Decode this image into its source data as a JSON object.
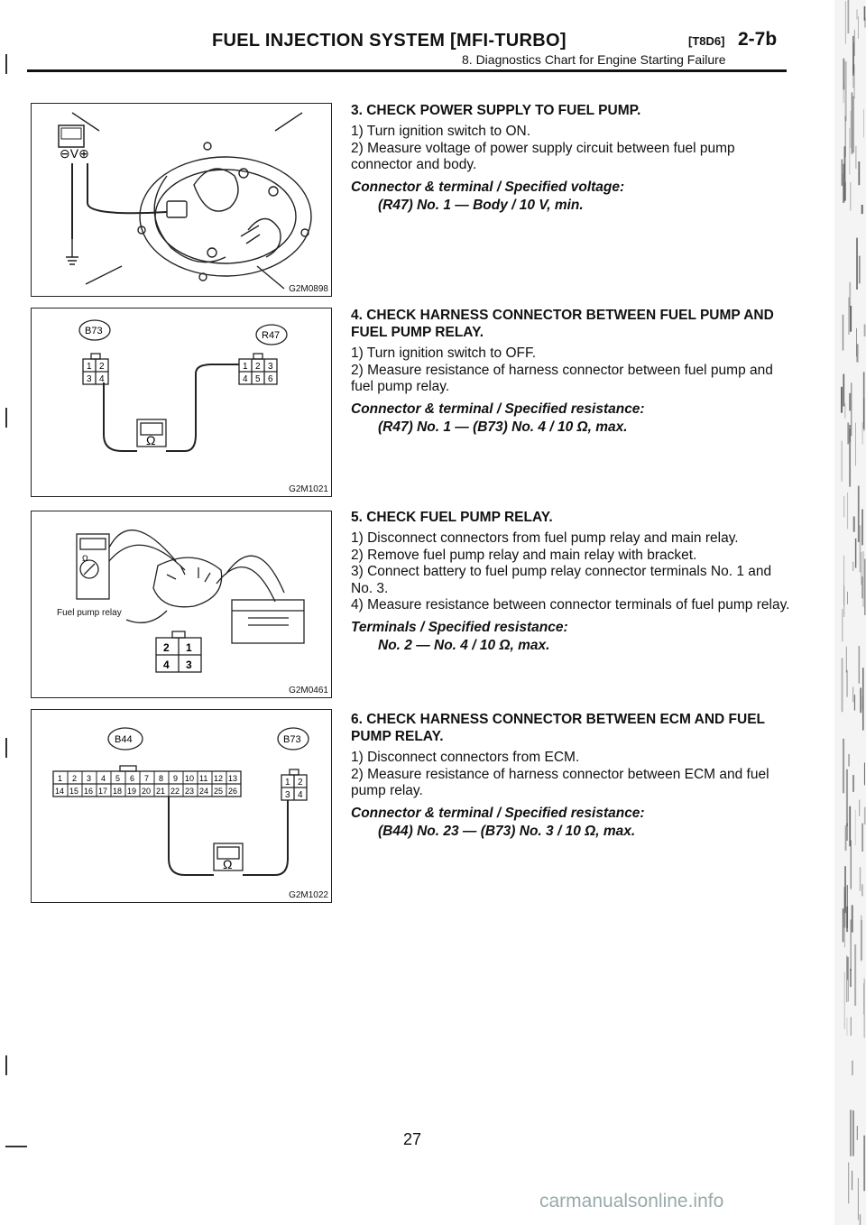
{
  "header": {
    "title": "FUEL INJECTION SYSTEM [MFI-TURBO]",
    "code": "[T8D6]",
    "page_ref": "2-7b",
    "subtitle": "8. Diagnostics Chart for Engine Starting Failure"
  },
  "figures": [
    {
      "code": "G2M0898"
    },
    {
      "code": "G2M1021",
      "connector_left": "B73",
      "connector_right": "R47",
      "left_pins": [
        "1",
        "2",
        "3",
        "4"
      ],
      "right_pins": [
        "1",
        "2",
        "3",
        "4",
        "5",
        "6"
      ],
      "meter_symbol": "Ω"
    },
    {
      "code": "G2M0461",
      "label": "Fuel pump relay",
      "pins": [
        "2",
        "1",
        "4",
        "3"
      ],
      "meter_symbol": "Ω"
    },
    {
      "code": "G2M1022",
      "connector_left": "B44",
      "connector_right": "B73",
      "left_row1": [
        "1",
        "2",
        "3",
        "4",
        "5",
        "6",
        "7",
        "8",
        "9",
        "10",
        "11",
        "12",
        "13"
      ],
      "left_row2": [
        "14",
        "15",
        "16",
        "17",
        "18",
        "19",
        "20",
        "21",
        "22",
        "23",
        "24",
        "25",
        "26"
      ],
      "right_pins": [
        "1",
        "2",
        "3",
        "4"
      ],
      "meter_symbol": "Ω"
    }
  ],
  "sections": [
    {
      "heading": "3. CHECK POWER SUPPLY TO FUEL PUMP.",
      "steps": [
        "1) Turn ignition switch to ON.",
        "2) Measure voltage of power supply circuit between fuel pump connector and body."
      ],
      "spec_label": "Connector & terminal / Specified voltage:",
      "spec_value": "(R47) No. 1 — Body / 10 V, min."
    },
    {
      "heading": "4. CHECK HARNESS CONNECTOR BETWEEN FUEL PUMP AND FUEL PUMP RELAY.",
      "steps": [
        "1) Turn ignition switch to OFF.",
        "2) Measure resistance of harness connector between fuel pump and fuel pump relay."
      ],
      "spec_label": "Connector & terminal / Specified resistance:",
      "spec_value": "(R47) No. 1 — (B73) No. 4 / 10 Ω, max."
    },
    {
      "heading": "5. CHECK FUEL PUMP RELAY.",
      "steps": [
        "1) Disconnect connectors from fuel pump relay and main relay.",
        "2) Remove fuel pump relay and main relay with bracket.",
        "3) Connect battery to fuel pump relay connector terminals No. 1 and No. 3.",
        "4) Measure resistance between connector terminals of fuel pump relay."
      ],
      "spec_label": "Terminals / Specified resistance:",
      "spec_value": "No. 2 — No. 4 / 10 Ω, max."
    },
    {
      "heading": "6. CHECK HARNESS CONNECTOR BETWEEN ECM AND FUEL PUMP RELAY.",
      "steps": [
        "1) Disconnect connectors from ECM.",
        "2) Measure resistance of harness connector between ECM and fuel pump relay."
      ],
      "spec_label": "Connector & terminal / Specified resistance:",
      "spec_value": "(B44) No. 23 — (B73) No. 3 / 10 Ω, max."
    }
  ],
  "page_number": "27",
  "watermark": "carmanualsonline.info"
}
